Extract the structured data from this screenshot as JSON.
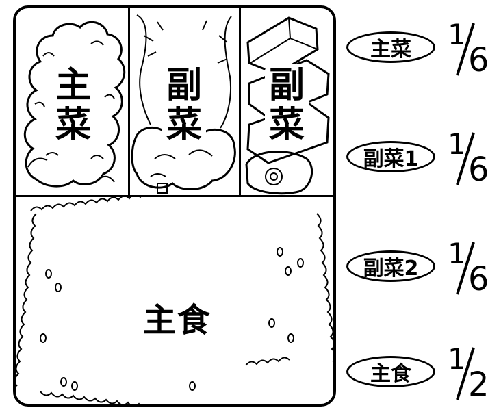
{
  "compartments": {
    "main_dish": {
      "label_chars": [
        "主",
        "菜"
      ]
    },
    "side_dish_1": {
      "label_chars": [
        "副",
        "菜"
      ]
    },
    "side_dish_2": {
      "label_chars": [
        "副",
        "菜"
      ]
    },
    "staple_food": {
      "label": "主食"
    }
  },
  "legend": [
    {
      "name": "主菜",
      "numerator": "1",
      "denominator": "6"
    },
    {
      "name": "副菜1",
      "numerator": "1",
      "denominator": "6"
    },
    {
      "name": "副菜2",
      "numerator": "1",
      "denominator": "6"
    },
    {
      "name": "主食",
      "numerator": "1",
      "denominator": "2"
    }
  ],
  "colors": {
    "outline": "#000000",
    "background": "#ffffff"
  }
}
